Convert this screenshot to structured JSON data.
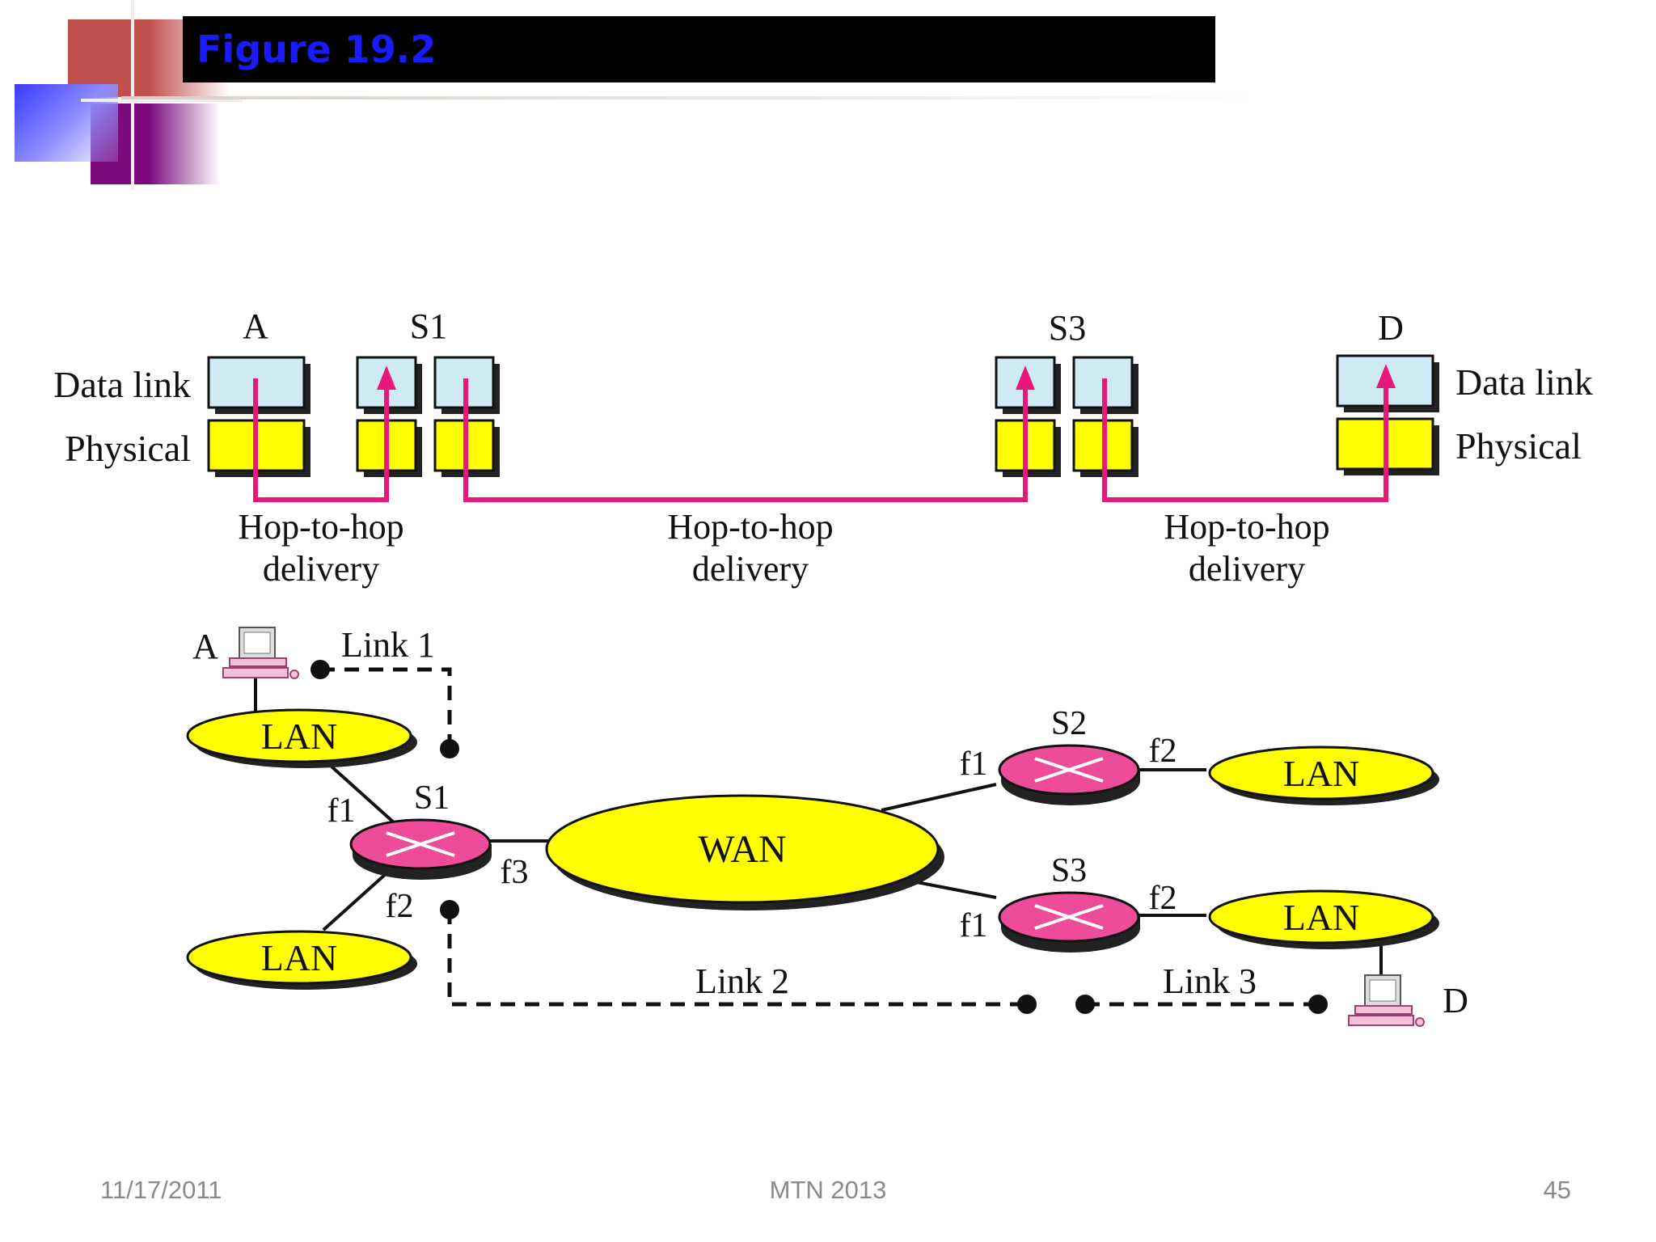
{
  "slide": {
    "title": "Figure 19.2",
    "footer_date": "11/17/2011",
    "footer_center": "MTN 2013",
    "page_number": "45"
  },
  "colors": {
    "title_text": "#1a1aff",
    "data_link_box": "#cfeaf3",
    "physical_box": "#ffff00",
    "delivery_path": "#e8187a",
    "switch": "#ee4b98",
    "network_ellipse": "#ffff00"
  },
  "layers": {
    "nodes": {
      "A": "A",
      "S1": "S1",
      "S3": "S3",
      "D": "D"
    },
    "data_link_left": "Data link",
    "physical_left": "Physical",
    "data_link_right": "Data link",
    "physical_right": "Physical",
    "hops": [
      {
        "line1": "Hop-to-hop",
        "line2": "delivery"
      },
      {
        "line1": "Hop-to-hop",
        "line2": "delivery"
      },
      {
        "line1": "Hop-to-hop",
        "line2": "delivery"
      }
    ]
  },
  "network": {
    "host_a": "A",
    "host_d": "D",
    "lan_1": "LAN",
    "lan_2": "LAN",
    "lan_3": "LAN",
    "lan_4": "LAN",
    "wan": "WAN",
    "s1": "S1",
    "s2": "S2",
    "s3": "S3",
    "s1_f1": "f1",
    "s1_f2": "f2",
    "s1_f3": "f3",
    "s2_f1": "f1",
    "s2_f2": "f2",
    "s3_f1": "f1",
    "s3_f2": "f2",
    "link_1": "Link 1",
    "link_2": "Link 2",
    "link_3": "Link 3"
  }
}
